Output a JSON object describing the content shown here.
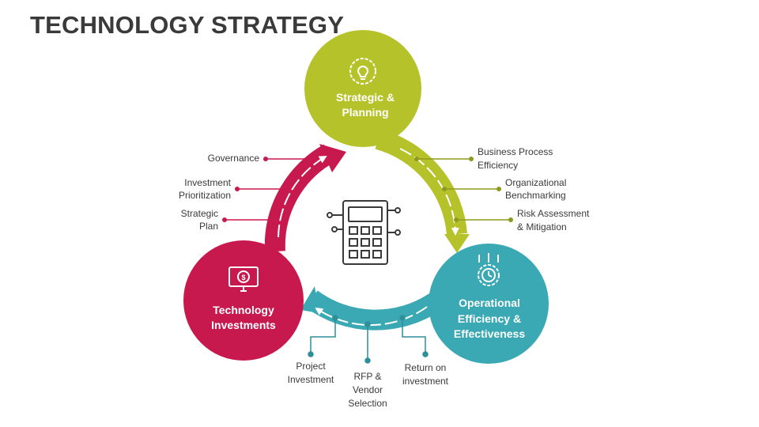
{
  "title": "TECHNOLOGY STRATEGY",
  "colors": {
    "green": "#b6c22a",
    "crimson": "#c8194f",
    "teal": "#3aa9b4",
    "text": "#3a3a3a"
  },
  "hubs": {
    "strategic": {
      "line1": "Strategic &",
      "line2": "Planning",
      "icon": "lightbulb-gear-icon"
    },
    "technology": {
      "line1": "Technology",
      "line2": "Investments",
      "icon": "monitor-dollar-icon"
    },
    "operational": {
      "line1": "Operational",
      "line2": "Efficiency &",
      "line3": "Effectiveness",
      "icon": "clock-gear-arrows-icon"
    }
  },
  "center_icon": "circuit-chip-icon",
  "left_items": [
    {
      "line1": "Governance",
      "line2": ""
    },
    {
      "line1": "Investment",
      "line2": "Prioritization"
    },
    {
      "line1": "Strategic",
      "line2": "Plan"
    }
  ],
  "right_items": [
    {
      "line1": "Business Process",
      "line2": "Efficiency"
    },
    {
      "line1": "Organizational",
      "line2": "Benchmarking"
    },
    {
      "line1": "Risk Assessment",
      "line2": "& Mitigation"
    }
  ],
  "bottom_items": [
    {
      "line1": "Project",
      "line2": "Investment",
      "line3": ""
    },
    {
      "line1": "RFP &",
      "line2": "Vendor",
      "line3": "Selection"
    },
    {
      "line1": "Return on",
      "line2": "investment",
      "line3": ""
    }
  ]
}
